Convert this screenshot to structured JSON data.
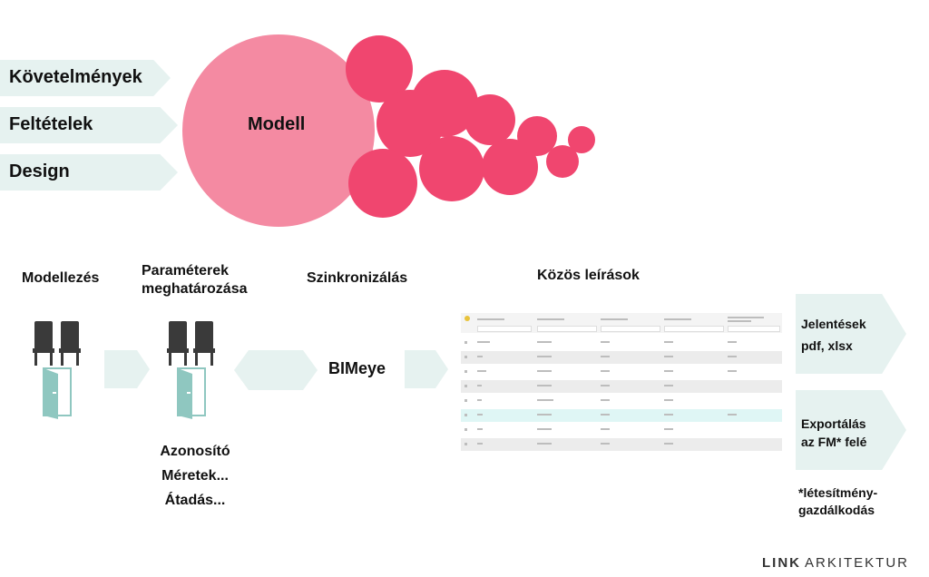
{
  "requirements": [
    "Követelmények",
    "Feltételek",
    "Design"
  ],
  "model_label": "Modell",
  "steps": {
    "modeling": "Modellezés",
    "parameters": [
      "Paraméterek",
      "meghatározása"
    ],
    "sync": "Szinkronizálás",
    "shared": "Közös leírások"
  },
  "bimeye": "BIMeye",
  "param_examples": [
    "Azonosító",
    "Méretek...",
    "Átadás..."
  ],
  "outputs": {
    "reports": [
      "Jelentések",
      "pdf, xlsx"
    ],
    "export": [
      "Exportálás",
      "az FM* felé"
    ],
    "footnote": [
      "*létesítmény-",
      "gazdálkodás"
    ]
  },
  "logo": {
    "bold": "LINK",
    "light": "ARKITEKTUR"
  },
  "colors": {
    "model_pink": "#f48aa2",
    "bubble_pink": "#f0466f",
    "arrow_bg": "#e6f2f0",
    "door": "#8fc7c0",
    "chair": "#3a3a3a",
    "highlight_row": "#dff6f5"
  }
}
